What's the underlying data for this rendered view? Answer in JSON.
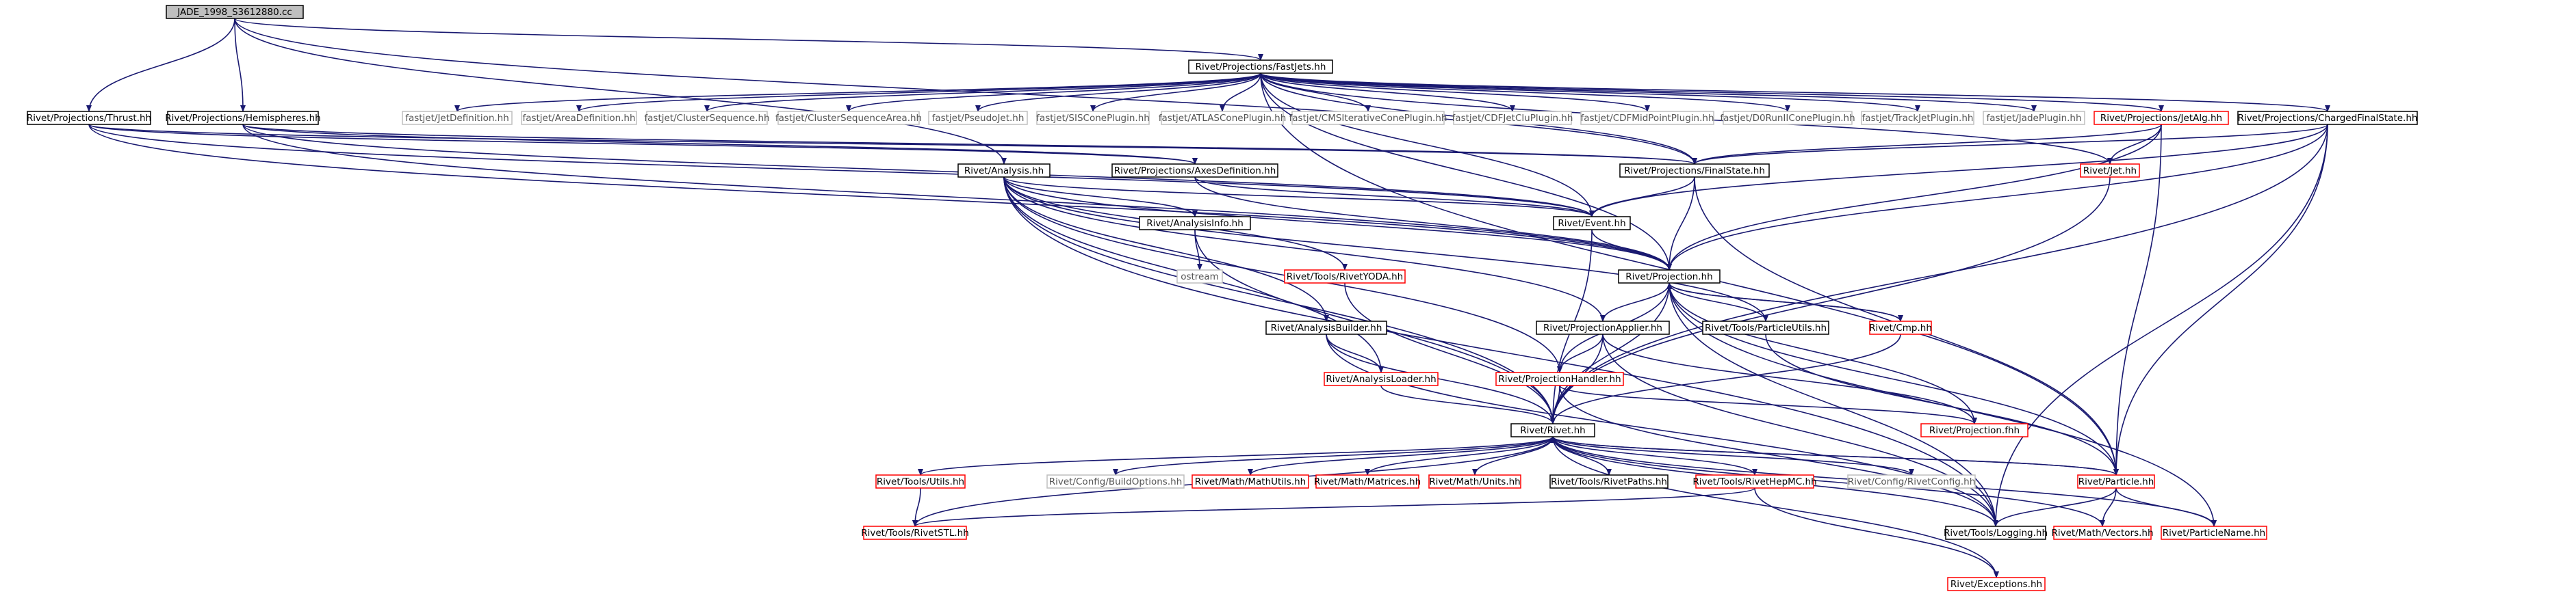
{
  "diagram": {
    "title": "",
    "colors": {
      "edge": "#191970",
      "root_fill": "#bfbfbf",
      "normal_border": "#000000",
      "missing_border": "#ff0000",
      "external_border": "#bfbfbf",
      "text_normal": "#000000",
      "text_external": "#555555"
    },
    "nodes": [
      {
        "id": "root",
        "label": "JADE_1998_S3612880.cc",
        "kind": "root"
      },
      {
        "id": "fastjets",
        "label": "Rivet/Projections/FastJets.hh",
        "kind": "normal"
      },
      {
        "id": "thrust",
        "label": "Rivet/Projections/Thrust.hh",
        "kind": "normal"
      },
      {
        "id": "hemi",
        "label": "Rivet/Projections/Hemispheres.hh",
        "kind": "normal"
      },
      {
        "id": "fj_jetdef",
        "label": "fastjet/JetDefinition.hh",
        "kind": "external"
      },
      {
        "id": "fj_areadef",
        "label": "fastjet/AreaDefinition.hh",
        "kind": "external"
      },
      {
        "id": "fj_cs",
        "label": "fastjet/ClusterSequence.hh",
        "kind": "external"
      },
      {
        "id": "fj_csa",
        "label": "fastjet/ClusterSequenceArea.hh",
        "kind": "external"
      },
      {
        "id": "fj_pj",
        "label": "fastjet/PseudoJet.hh",
        "kind": "external"
      },
      {
        "id": "fj_siscone",
        "label": "fastjet/SISConePlugin.hh",
        "kind": "external"
      },
      {
        "id": "fj_atlas",
        "label": "fastjet/ATLASConePlugin.hh",
        "kind": "external"
      },
      {
        "id": "fj_cmsit",
        "label": "fastjet/CMSIterativeConePlugin.hh",
        "kind": "external"
      },
      {
        "id": "fj_cdfclu",
        "label": "fastjet/CDFJetCluPlugin.hh",
        "kind": "external"
      },
      {
        "id": "fj_cdfmid",
        "label": "fastjet/CDFMidPointPlugin.hh",
        "kind": "external"
      },
      {
        "id": "fj_d0",
        "label": "fastjet/D0RunIIConePlugin.hh",
        "kind": "external"
      },
      {
        "id": "fj_track",
        "label": "fastjet/TrackJetPlugin.hh",
        "kind": "external"
      },
      {
        "id": "fj_jade",
        "label": "fastjet/JadePlugin.hh",
        "kind": "external"
      },
      {
        "id": "jetalg",
        "label": "Rivet/Projections/JetAlg.hh",
        "kind": "missing"
      },
      {
        "id": "chfs",
        "label": "Rivet/Projections/ChargedFinalState.hh",
        "kind": "normal"
      },
      {
        "id": "analysis",
        "label": "Rivet/Analysis.hh",
        "kind": "normal"
      },
      {
        "id": "axes",
        "label": "Rivet/Projections/AxesDefinition.hh",
        "kind": "normal"
      },
      {
        "id": "finalstate",
        "label": "Rivet/Projections/FinalState.hh",
        "kind": "normal"
      },
      {
        "id": "jet",
        "label": "Rivet/Jet.hh",
        "kind": "missing"
      },
      {
        "id": "ainfo",
        "label": "Rivet/AnalysisInfo.hh",
        "kind": "normal"
      },
      {
        "id": "event",
        "label": "Rivet/Event.hh",
        "kind": "normal"
      },
      {
        "id": "ostream",
        "label": "ostream",
        "kind": "external"
      },
      {
        "id": "yoda",
        "label": "Rivet/Tools/RivetYODA.hh",
        "kind": "missing"
      },
      {
        "id": "projection",
        "label": "Rivet/Projection.hh",
        "kind": "normal"
      },
      {
        "id": "abuilder",
        "label": "Rivet/AnalysisBuilder.hh",
        "kind": "normal"
      },
      {
        "id": "papplier",
        "label": "Rivet/ProjectionApplier.hh",
        "kind": "normal"
      },
      {
        "id": "putils",
        "label": "Rivet/Tools/ParticleUtils.hh",
        "kind": "normal"
      },
      {
        "id": "cmp",
        "label": "Rivet/Cmp.hh",
        "kind": "missing"
      },
      {
        "id": "aloader",
        "label": "Rivet/AnalysisLoader.hh",
        "kind": "missing"
      },
      {
        "id": "phandler",
        "label": "Rivet/ProjectionHandler.hh",
        "kind": "missing"
      },
      {
        "id": "rivet",
        "label": "Rivet/Rivet.hh",
        "kind": "normal"
      },
      {
        "id": "pfhh",
        "label": "Rivet/Projection.fhh",
        "kind": "missing"
      },
      {
        "id": "tutils",
        "label": "Rivet/Tools/Utils.hh",
        "kind": "missing"
      },
      {
        "id": "buildopts",
        "label": "Rivet/Config/BuildOptions.hh",
        "kind": "external"
      },
      {
        "id": "mathutils",
        "label": "Rivet/Math/MathUtils.hh",
        "kind": "missing"
      },
      {
        "id": "matrices",
        "label": "Rivet/Math/Matrices.hh",
        "kind": "missing"
      },
      {
        "id": "units",
        "label": "Rivet/Math/Units.hh",
        "kind": "missing"
      },
      {
        "id": "rpaths",
        "label": "Rivet/Tools/RivetPaths.hh",
        "kind": "normal"
      },
      {
        "id": "hepmc",
        "label": "Rivet/Tools/RivetHepMC.hh",
        "kind": "missing"
      },
      {
        "id": "rconfig",
        "label": "Rivet/Config/RivetConfig.hh",
        "kind": "external"
      },
      {
        "id": "particle",
        "label": "Rivet/Particle.hh",
        "kind": "missing"
      },
      {
        "id": "rstl",
        "label": "Rivet/Tools/RivetSTL.hh",
        "kind": "missing"
      },
      {
        "id": "logging",
        "label": "Rivet/Tools/Logging.hh",
        "kind": "normal"
      },
      {
        "id": "vectors",
        "label": "Rivet/Math/Vectors.hh",
        "kind": "missing"
      },
      {
        "id": "pname",
        "label": "Rivet/ParticleName.hh",
        "kind": "missing"
      },
      {
        "id": "exceptions",
        "label": "Rivet/Exceptions.hh",
        "kind": "missing"
      }
    ],
    "edges": [
      [
        "root",
        "fastjets"
      ],
      [
        "root",
        "thrust"
      ],
      [
        "root",
        "hemi"
      ],
      [
        "root",
        "analysis"
      ],
      [
        "root",
        "finalstate"
      ],
      [
        "fastjets",
        "fj_jetdef"
      ],
      [
        "fastjets",
        "fj_areadef"
      ],
      [
        "fastjets",
        "fj_cs"
      ],
      [
        "fastjets",
        "fj_csa"
      ],
      [
        "fastjets",
        "fj_pj"
      ],
      [
        "fastjets",
        "fj_siscone"
      ],
      [
        "fastjets",
        "fj_atlas"
      ],
      [
        "fastjets",
        "fj_cmsit"
      ],
      [
        "fastjets",
        "fj_cdfclu"
      ],
      [
        "fastjets",
        "fj_cdfmid"
      ],
      [
        "fastjets",
        "fj_d0"
      ],
      [
        "fastjets",
        "fj_track"
      ],
      [
        "fastjets",
        "fj_jade"
      ],
      [
        "fastjets",
        "jetalg"
      ],
      [
        "fastjets",
        "chfs"
      ],
      [
        "fastjets",
        "finalstate"
      ],
      [
        "fastjets",
        "jet"
      ],
      [
        "fastjets",
        "particle"
      ],
      [
        "fastjets",
        "event"
      ],
      [
        "fastjets",
        "projection"
      ],
      [
        "thrust",
        "axes"
      ],
      [
        "thrust",
        "finalstate"
      ],
      [
        "thrust",
        "event"
      ],
      [
        "thrust",
        "projection"
      ],
      [
        "hemi",
        "axes"
      ],
      [
        "hemi",
        "finalstate"
      ],
      [
        "hemi",
        "event"
      ],
      [
        "hemi",
        "projection"
      ],
      [
        "jetalg",
        "finalstate"
      ],
      [
        "jetalg",
        "jet"
      ],
      [
        "jetalg",
        "particle"
      ],
      [
        "jetalg",
        "projection"
      ],
      [
        "chfs",
        "finalstate"
      ],
      [
        "chfs",
        "event"
      ],
      [
        "chfs",
        "projection"
      ],
      [
        "chfs",
        "particle"
      ],
      [
        "chfs",
        "rivet"
      ],
      [
        "chfs",
        "logging"
      ],
      [
        "analysis",
        "ainfo"
      ],
      [
        "analysis",
        "event"
      ],
      [
        "analysis",
        "projection"
      ],
      [
        "analysis",
        "yoda"
      ],
      [
        "analysis",
        "abuilder"
      ],
      [
        "analysis",
        "aloader"
      ],
      [
        "analysis",
        "papplier"
      ],
      [
        "analysis",
        "putils"
      ],
      [
        "analysis",
        "rivet"
      ],
      [
        "analysis",
        "phandler"
      ],
      [
        "analysis",
        "logging"
      ],
      [
        "axes",
        "event"
      ],
      [
        "axes",
        "projection"
      ],
      [
        "finalstate",
        "projection"
      ],
      [
        "finalstate",
        "event"
      ],
      [
        "finalstate",
        "particle"
      ],
      [
        "jet",
        "rivet"
      ],
      [
        "ainfo",
        "ostream"
      ],
      [
        "ainfo",
        "rivet"
      ],
      [
        "yoda",
        "rivet"
      ],
      [
        "event",
        "projection"
      ],
      [
        "event",
        "rivet"
      ],
      [
        "projection",
        "papplier"
      ],
      [
        "projection",
        "putils"
      ],
      [
        "projection",
        "cmp"
      ],
      [
        "projection",
        "phandler"
      ],
      [
        "projection",
        "pfhh"
      ],
      [
        "projection",
        "rivet"
      ],
      [
        "projection",
        "logging"
      ],
      [
        "projection",
        "particle"
      ],
      [
        "projection",
        "pname"
      ],
      [
        "abuilder",
        "aloader"
      ],
      [
        "abuilder",
        "rivet"
      ],
      [
        "abuilder",
        "logging"
      ],
      [
        "papplier",
        "phandler"
      ],
      [
        "papplier",
        "rivet"
      ],
      [
        "papplier",
        "pfhh"
      ],
      [
        "papplier",
        "logging"
      ],
      [
        "putils",
        "particle"
      ],
      [
        "cmp",
        "projection"
      ],
      [
        "cmp",
        "rivet"
      ],
      [
        "aloader",
        "rivet"
      ],
      [
        "phandler",
        "rivet"
      ],
      [
        "phandler",
        "pfhh"
      ],
      [
        "phandler",
        "logging"
      ],
      [
        "rivet",
        "tutils"
      ],
      [
        "rivet",
        "buildopts"
      ],
      [
        "rivet",
        "mathutils"
      ],
      [
        "rivet",
        "matrices"
      ],
      [
        "rivet",
        "units"
      ],
      [
        "rivet",
        "rpaths"
      ],
      [
        "rivet",
        "hepmc"
      ],
      [
        "rivet",
        "rconfig"
      ],
      [
        "rivet",
        "particle"
      ],
      [
        "rivet",
        "rstl"
      ],
      [
        "rivet",
        "logging"
      ],
      [
        "rivet",
        "vectors"
      ],
      [
        "rivet",
        "pname"
      ],
      [
        "rivet",
        "exceptions"
      ],
      [
        "tutils",
        "rstl"
      ],
      [
        "hepmc",
        "rstl"
      ],
      [
        "hepmc",
        "exceptions"
      ],
      [
        "particle",
        "rivet"
      ],
      [
        "particle",
        "logging"
      ],
      [
        "particle",
        "vectors"
      ],
      [
        "particle",
        "pname"
      ]
    ]
  }
}
